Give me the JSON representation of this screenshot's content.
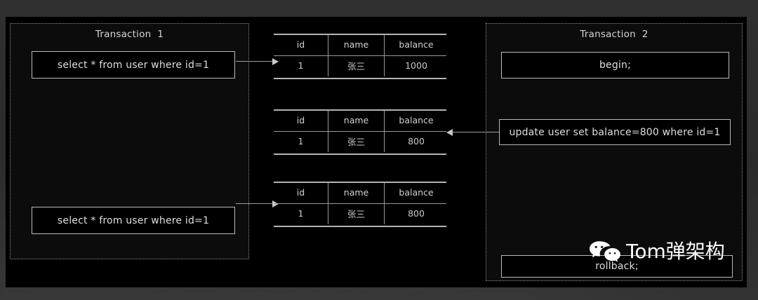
{
  "diagram": {
    "title_left": "Transaction  1",
    "title_right": "Transaction  2",
    "background_color": "#000000",
    "panel_border_color": "#8a8a8a",
    "text_color": "#d4d4d4"
  },
  "transaction1": {
    "title": "Transaction  1",
    "statements": [
      {
        "id": "select-1",
        "text": "select * from user where id=1"
      },
      {
        "id": "select-2",
        "text": "select * from user where id=1"
      }
    ]
  },
  "transaction2": {
    "title": "Transaction  2",
    "statements": [
      {
        "id": "begin",
        "text": "begin;"
      },
      {
        "id": "update",
        "text": "update user set balance=800 where id=1"
      },
      {
        "id": "rollback",
        "text": "rollback;"
      }
    ]
  },
  "tables": [
    {
      "id": "table-1",
      "columns": [
        "id",
        "name",
        "balance"
      ],
      "rows": [
        [
          "1",
          "张三",
          "1000"
        ]
      ]
    },
    {
      "id": "table-2",
      "columns": [
        "id",
        "name",
        "balance"
      ],
      "rows": [
        [
          "1",
          "张三",
          "800"
        ]
      ]
    },
    {
      "id": "table-3",
      "columns": [
        "id",
        "name",
        "balance"
      ],
      "rows": [
        [
          "1",
          "张三",
          "800"
        ]
      ]
    }
  ],
  "connectors": [
    {
      "id": "conn-1",
      "from": "transaction1.select-1",
      "to": "table-1",
      "direction": "right"
    },
    {
      "id": "conn-2",
      "from": "transaction2.update",
      "to": "table-2",
      "direction": "left"
    },
    {
      "id": "conn-3",
      "from": "transaction1.select-2",
      "to": "table-3",
      "direction": "right"
    }
  ],
  "watermark": {
    "text": "Tom弹架构",
    "icon": "wechat-logo",
    "color": "#ffffff"
  }
}
